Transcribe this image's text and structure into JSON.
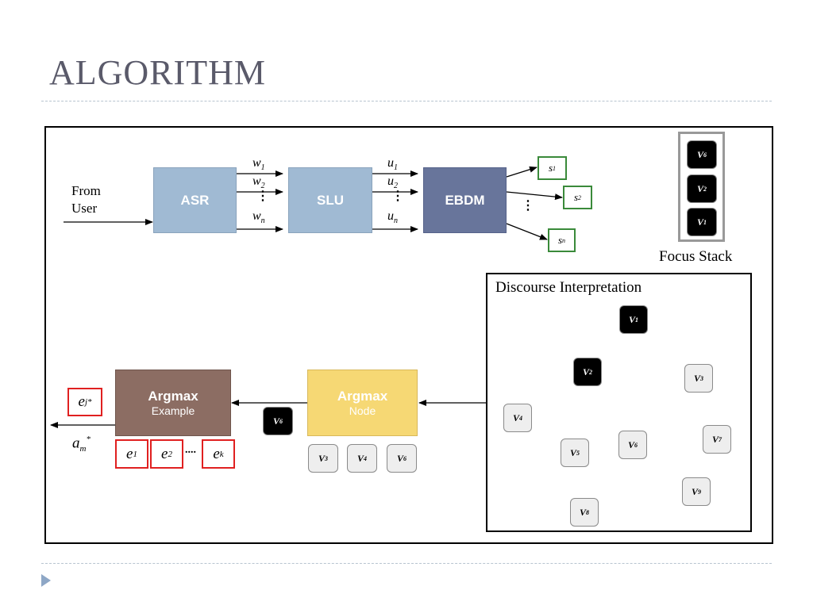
{
  "slide": {
    "title": "ALGORITHM"
  },
  "pipeline": {
    "input_label_line1": "From",
    "input_label_line2": "User",
    "asr": "ASR",
    "slu": "SLU",
    "ebdm": "EBDM",
    "w_labels": [
      "w",
      "w",
      "w"
    ],
    "w_subs": [
      "1",
      "2",
      "n"
    ],
    "u_labels": [
      "u",
      "u",
      "u"
    ],
    "u_subs": [
      "1",
      "2",
      "n"
    ],
    "s_labels": [
      "s",
      "s",
      "s"
    ],
    "s_subs": [
      "1",
      "2",
      "n"
    ]
  },
  "focus_stack": {
    "label": "Focus Stack",
    "items": [
      "V",
      "V",
      "V"
    ],
    "subs": [
      "6",
      "2",
      "1"
    ]
  },
  "discourse": {
    "title": "Discourse Interpretation",
    "nodes": [
      {
        "id": "v1",
        "sub": "1",
        "style": "dark"
      },
      {
        "id": "v2",
        "sub": "2",
        "style": "dark"
      },
      {
        "id": "v3",
        "sub": "3",
        "style": "light"
      },
      {
        "id": "v4",
        "sub": "4",
        "style": "light"
      },
      {
        "id": "v5",
        "sub": "5",
        "style": "light"
      },
      {
        "id": "v6",
        "sub": "6",
        "style": "light"
      },
      {
        "id": "v7",
        "sub": "7",
        "style": "light"
      },
      {
        "id": "v8",
        "sub": "8",
        "style": "light"
      },
      {
        "id": "v9",
        "sub": "9",
        "style": "light"
      }
    ],
    "edges": [
      [
        "v1",
        "v2"
      ],
      [
        "v1",
        "v3"
      ],
      [
        "v2",
        "v4"
      ],
      [
        "v2",
        "v5"
      ],
      [
        "v2",
        "v6"
      ],
      [
        "v3",
        "v6"
      ],
      [
        "v3",
        "v7"
      ],
      [
        "v4",
        "v8"
      ],
      [
        "v5",
        "v8"
      ],
      [
        "v6",
        "v8"
      ],
      [
        "v6",
        "v9"
      ],
      [
        "v7",
        "v9"
      ]
    ]
  },
  "argmax_node": {
    "title": "Argmax",
    "sub": "Node",
    "selected": {
      "label": "V",
      "sub": "6"
    },
    "candidates": [
      {
        "label": "V",
        "sub": "3"
      },
      {
        "label": "V",
        "sub": "4"
      },
      {
        "label": "V",
        "sub": "6"
      }
    ]
  },
  "argmax_example": {
    "title": "Argmax",
    "sub": "Example",
    "output_e": {
      "label": "e",
      "sub": "j",
      "sup": "*"
    },
    "output_a": {
      "label": "a",
      "sub": "m",
      "sup": "*"
    },
    "examples": [
      {
        "label": "e",
        "sub": "1"
      },
      {
        "label": "e",
        "sub": "2"
      },
      {
        "label": "e",
        "sub": "k"
      }
    ],
    "ellipsis": "...."
  },
  "colors": {
    "asr": "#a0bad3",
    "slu": "#a0bad3",
    "ebdm": "#68759b",
    "argmax_node": "#f6d874",
    "argmax_example": "#8c6d63",
    "stack_border": "#999999",
    "s_border": "#3a8a3a",
    "e_border": "#e02020"
  }
}
